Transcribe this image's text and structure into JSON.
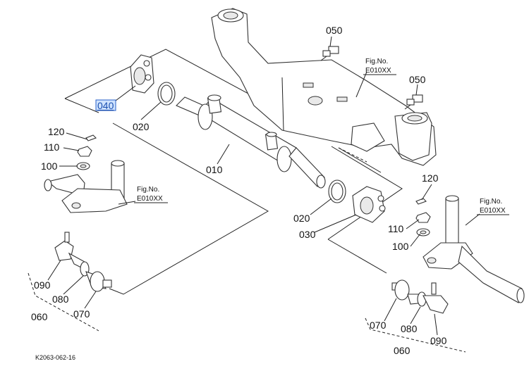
{
  "diagram": {
    "footer_code": "K2063-062-16",
    "highlighted_part": "040",
    "callouts": {
      "c050a": "050",
      "c050b": "050",
      "c040": "040",
      "c020a": "020",
      "c010": "010",
      "c120a": "120",
      "c110a": "110",
      "c100a": "100",
      "c020b": "020",
      "c030": "030",
      "c120b": "120",
      "c110b": "110",
      "c100b": "100",
      "c090a": "090",
      "c080a": "080",
      "c070a": "070",
      "c060a": "060",
      "c070b": "070",
      "c080b": "080",
      "c090b": "090",
      "c060b": "060"
    },
    "fig_refs": {
      "top": {
        "label": "Fig.No.",
        "number": "E010XX"
      },
      "left": {
        "label": "Fig.No.",
        "number": "E010XX"
      },
      "right": {
        "label": "Fig.No.",
        "number": "E010XX"
      }
    }
  }
}
